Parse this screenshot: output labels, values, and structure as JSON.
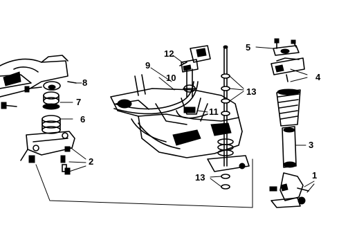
{
  "figure": {
    "callouts": [
      {
        "id": "c1",
        "label": "1"
      },
      {
        "id": "c2",
        "label": "2"
      },
      {
        "id": "c3",
        "label": "3"
      },
      {
        "id": "c4",
        "label": "4"
      },
      {
        "id": "c5",
        "label": "5"
      },
      {
        "id": "c6",
        "label": "6"
      },
      {
        "id": "c7",
        "label": "7"
      },
      {
        "id": "c8",
        "label": "8"
      },
      {
        "id": "c9",
        "label": "9"
      },
      {
        "id": "c10",
        "label": "10"
      },
      {
        "id": "c11",
        "label": "11"
      },
      {
        "id": "c12",
        "label": "12"
      },
      {
        "id": "c13a",
        "label": "13"
      },
      {
        "id": "c13b",
        "label": "13"
      }
    ]
  }
}
